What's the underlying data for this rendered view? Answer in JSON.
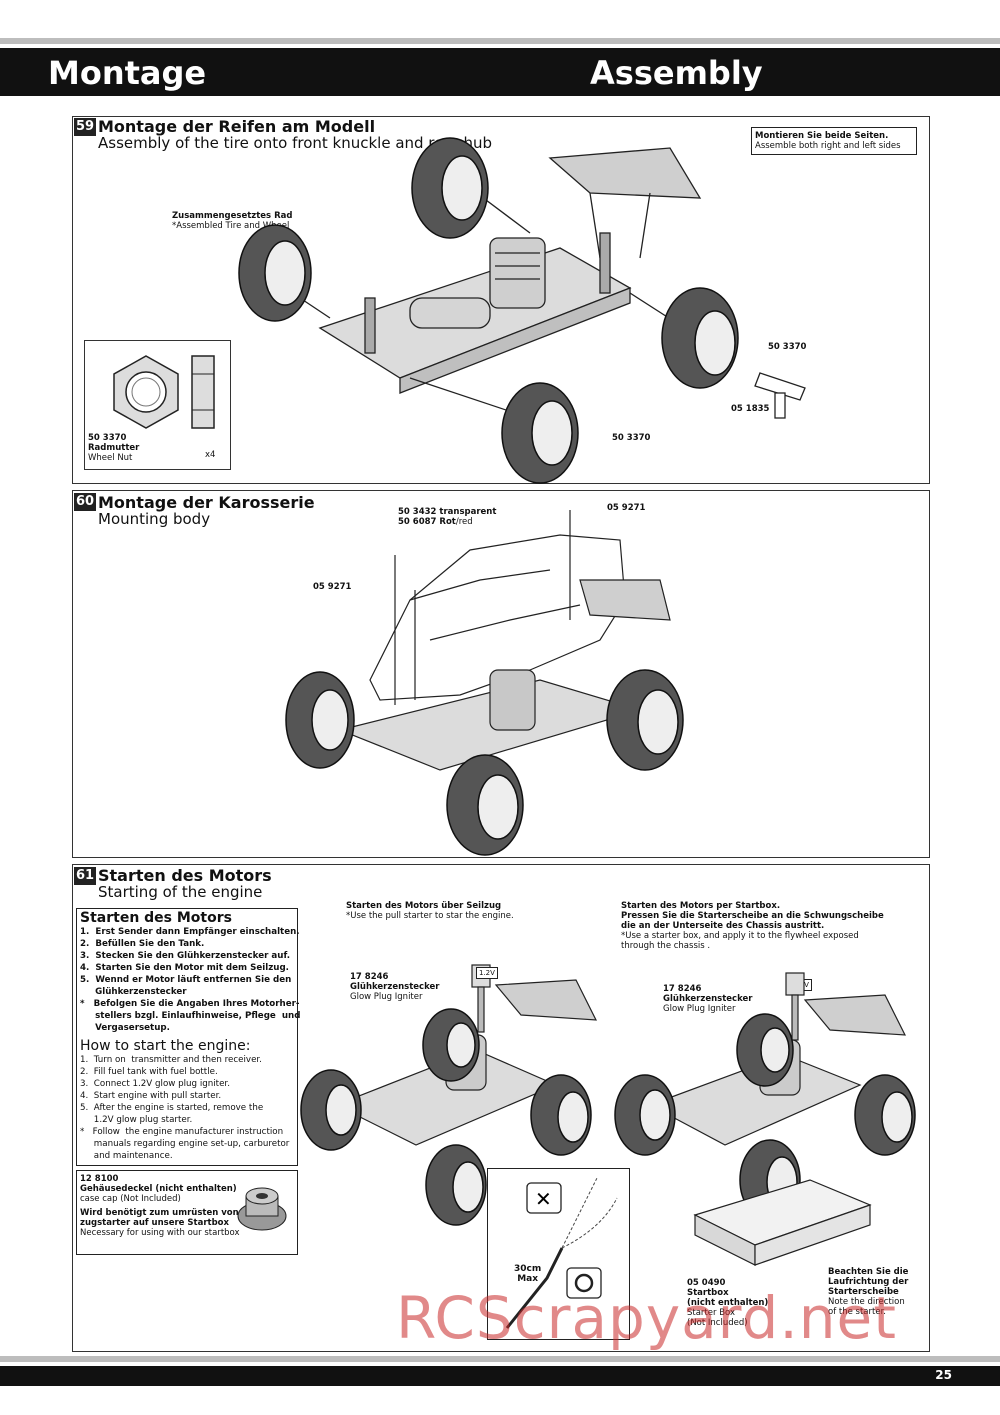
{
  "header": {
    "left_title": "Montage",
    "right_title": "Assembly"
  },
  "step59": {
    "number": "59",
    "title_de": "Montage der Reifen am Modell",
    "title_en": "Assembly of the tire onto front knuckle and rear hub",
    "note_de": "Montieren Sie beide Seiten.",
    "note_en": "Assemble both right and left sides",
    "assembled_de": "Zusammengesetztes Rad",
    "assembled_en": "*Assembled Tire and Wheel",
    "part_a": "50 3370",
    "part_b": "05 1835",
    "part_c": "50 3370",
    "inset_part": "50 3370",
    "inset_de": "Radmutter",
    "inset_en": "Wheel Nut",
    "inset_qty": "x4"
  },
  "step60": {
    "number": "60",
    "title_de": "Montage der Karosserie",
    "title_en": "Mounting body",
    "body_part1": "50 3432 transparent",
    "body_part2_num": "50 6087 Rot",
    "body_part2_en": "/red",
    "pin_left": "05 9271",
    "pin_right": "05 9271"
  },
  "step61": {
    "number": "61",
    "title_de": "Starten des Motors",
    "title_en": "Starting of the engine",
    "box_title_de": "Starten des Motors",
    "steps_de": [
      "1.  Erst Sender dann Empfänger einschalten.",
      "2.  Befüllen Sie den Tank.",
      "3.  Stecken Sie den Glühkerzenstecker auf.",
      "4.  Starten Sie den Motor mit dem Seilzug.",
      "5.  Wennd er Motor läuft entfernen Sie den",
      "     Glühkerzenstecker",
      "*   Befolgen Sie die Angaben Ihres Motorher-",
      "     stellers bzgl. Einlaufhinweise, Pflege  und",
      "     Vergasersetup."
    ],
    "box_title_en": "How to start the engine:",
    "steps_en": [
      "1.  Turn on  transmitter and then receiver.",
      "2.  Fill fuel tank with fuel bottle.",
      "3.  Connect 1.2V glow plug igniter.",
      "4.  Start engine with pull starter.",
      "5.  After the engine is started, remove the",
      "     1.2V glow plug starter.",
      "*   Follow  the engine manufacturer instruction",
      "     manuals regarding engine set-up, carburetor",
      "     and maintenance."
    ],
    "cap_part": "12 8100",
    "cap_de": "Gehäusedeckel (nicht enthalten)",
    "cap_en": "case cap (Not Included)",
    "cap_need_de1": "Wird benötigt zum umrüsten von Seil-",
    "cap_need_de2": "zugstarter auf unsere Startbox",
    "cap_need_en": "Necessary for using with our startbox",
    "pull_de": "Starten des Motors über Seilzug",
    "pull_en": "*Use the pull starter to star the engine.",
    "box_de1": "Starten des Motors per Startbox.",
    "box_de2": "Pressen Sie die Starterscheibe an die Schwungscheibe",
    "box_de3": "die an der Unterseite des Chassis austritt.",
    "box_en1": "*Use a starter box, and apply it to the flywheel exposed",
    "box_en2": "  through the chassis .",
    "igniter_part": "17 8246",
    "igniter_de": "Glühkerzenstecker",
    "igniter_en": "Glow Plug Igniter",
    "igniter_v": "1.2V",
    "max_len": "30cm",
    "max_word": "Max",
    "startbox_part": "05 0490",
    "startbox_de1": "Startbox",
    "startbox_de2": "(nicht enthalten)",
    "startbox_en1": "Starter Box",
    "startbox_en2": "(Not Included)",
    "dir_de1": "Beachten Sie die",
    "dir_de2": "Laufrichtung der",
    "dir_de3": "Starterscheibe",
    "dir_en1": "Note the direction",
    "dir_en2": "of the starter."
  },
  "footer": {
    "page": "25"
  },
  "watermark": "RCScrapyard.net"
}
